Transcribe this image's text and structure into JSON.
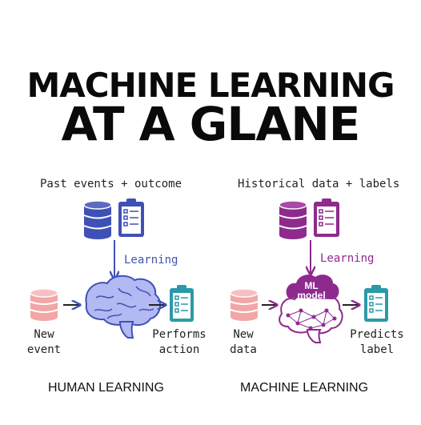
{
  "title": {
    "line1": "MACHINE LEARNING",
    "line2": "AT A GLANE"
  },
  "colors": {
    "human_accent": "#3f51b5",
    "machine_accent": "#8e2a8e",
    "event_pink": "#f2a6a6",
    "clipboard_teal": "#2b9aa8",
    "brain_lavender": "#b3b9f2"
  },
  "human": {
    "input_label": "Past events + outcome",
    "learning_label": "Learning",
    "new_label_line1": "New",
    "new_label_line2": "event",
    "output_label_line1": "Performs",
    "output_label_line2": "action",
    "caption": "HUMAN LEARNING",
    "icons": [
      "database-icon",
      "checklist-icon",
      "brain-icon",
      "clipboard-icon"
    ]
  },
  "machine": {
    "input_label": "Historical data + labels",
    "learning_label": "Learning",
    "model_line1": "ML",
    "model_line2": "model",
    "new_label_line1": "New",
    "new_label_line2": "data",
    "output_label_line1": "Predicts",
    "output_label_line2": "label",
    "caption": "MACHINE LEARNING",
    "icons": [
      "database-icon",
      "checklist-icon",
      "neural-network-brain-icon",
      "clipboard-icon"
    ]
  }
}
